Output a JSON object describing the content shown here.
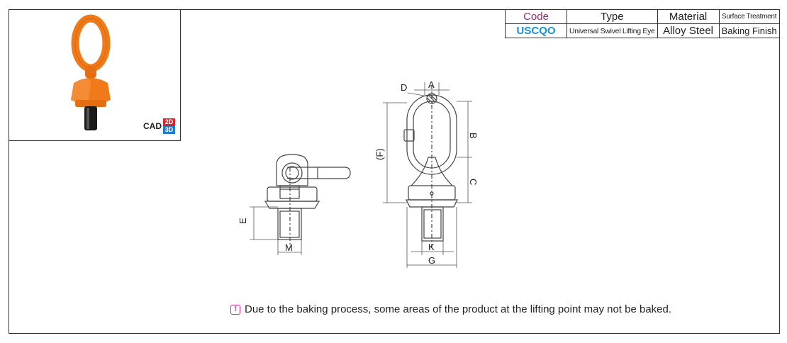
{
  "table": {
    "headers": {
      "code": "Code",
      "type": "Type",
      "material": "Material",
      "surface": "Surface Treatment"
    },
    "row": {
      "code": "USCQO",
      "type": "Universal Swivel Lifting Eye",
      "material": "Alloy Steel",
      "surface": "Baking Finish"
    }
  },
  "cad": {
    "label": "CAD",
    "badge_2d": "2D",
    "badge_3d": "3D"
  },
  "dimensions": {
    "d": "D",
    "a": "A",
    "b": "B",
    "c": "C",
    "f": "(F)",
    "e": "E",
    "m": "M",
    "k": "K",
    "g": "G"
  },
  "note": {
    "icon": "!",
    "text": "Due to the baking process, some areas of the product at the lifting point may not be baked."
  },
  "colors": {
    "code_header": "#8a2c7a",
    "code_value": "#1a8fd0",
    "product_orange": "#f07a1a",
    "note_icon": "#d6247f",
    "badge_2d": "#d8262e",
    "badge_3d": "#1d7fc9"
  }
}
